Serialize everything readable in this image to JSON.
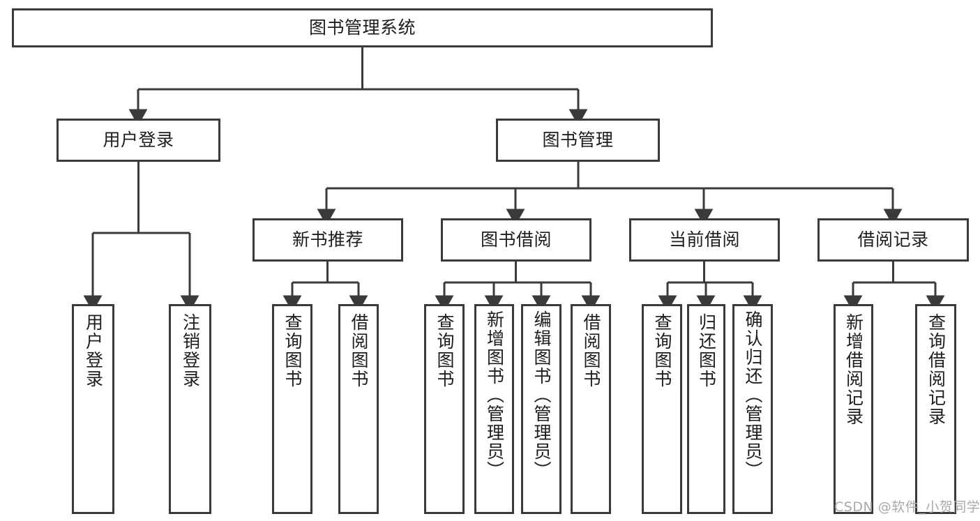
{
  "diagram": {
    "type": "tree-hierarchy",
    "title": "图书管理系统",
    "watermark": "CSDN @软件_小贺同学",
    "colors": {
      "box_border": "#3a3a3a",
      "connector": "#3a3a3a",
      "background": "#ffffff",
      "text": "#1d1d1d",
      "watermark": "#a9a9a9"
    },
    "root": {
      "label": "图书管理系统"
    },
    "level2": [
      {
        "label": "用户登录"
      },
      {
        "label": "图书管理"
      }
    ],
    "level3": [
      {
        "label": "新书推荐"
      },
      {
        "label": "图书借阅"
      },
      {
        "label": "当前借阅"
      },
      {
        "label": "借阅记录"
      }
    ],
    "leaves": {
      "user_login": [
        {
          "label": "用户登录"
        },
        {
          "label": "注销登录"
        }
      ],
      "new_book_recommend": [
        {
          "label": "查询图书"
        },
        {
          "label": "借阅图书"
        }
      ],
      "book_borrow": [
        {
          "label": "查询图书"
        },
        {
          "label": "新增图书（管理员）"
        },
        {
          "label": "编辑图书（管理员）"
        },
        {
          "label": "借阅图书"
        }
      ],
      "current_borrow": [
        {
          "label": "查询图书"
        },
        {
          "label": "归还图书"
        },
        {
          "label": "确认归还（管理员）"
        }
      ],
      "borrow_records": [
        {
          "label": "新增借阅记录"
        },
        {
          "label": "查询借阅记录"
        }
      ]
    }
  }
}
